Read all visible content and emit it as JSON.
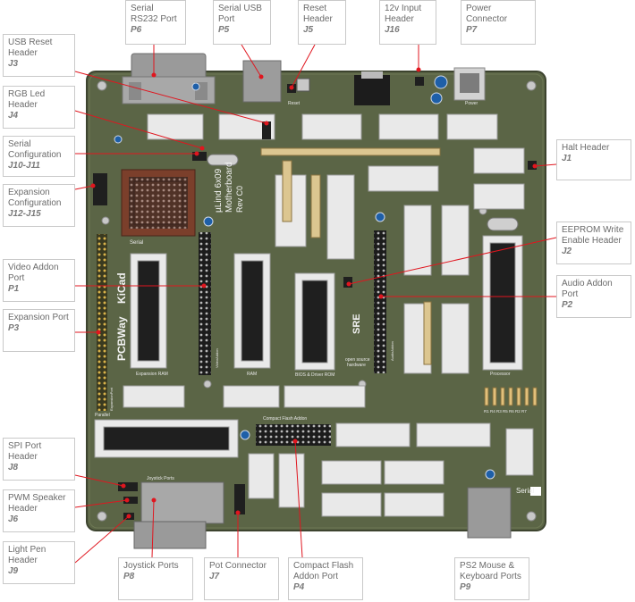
{
  "board": {
    "pcb_text": [
      "µLind 6x09",
      "Motherboard",
      "Rev C0"
    ],
    "logo_kicad": "KiCad",
    "logo_pcbway": "PCBWay",
    "logo_sre": "SRE",
    "oshw_text": [
      "open source",
      "hardware"
    ],
    "silk": {
      "serial": "Serial",
      "expansion_ram": "Expansion RAM",
      "ram": "RAM",
      "bios_rom": "BIOS & Driver ROM",
      "processor": "Processor",
      "parallel": "Parallel",
      "compact_flash": "Compact Flash Addon",
      "joystick_ports": "Joystick Ports",
      "serial_label": "Serial",
      "reset": "Reset",
      "power": "Power",
      "resistor_row": "R1 R4 R3 R5 R6 R2 R7",
      "audio_addon": "AudioAddon",
      "video_addon": "VideoAddon",
      "expansion_port": "ExpansionPort"
    }
  },
  "callouts": [
    {
      "name": "Serial RS232 Port",
      "ref": "P6"
    },
    {
      "name": "Serial USB Port",
      "ref": "P5"
    },
    {
      "name": "Reset Header",
      "ref": "J5"
    },
    {
      "name": "12v Input Header",
      "ref": "J16"
    },
    {
      "name": "Power Connector",
      "ref": "P7"
    },
    {
      "name": "USB Reset Header",
      "ref": "J3"
    },
    {
      "name": "RGB Led Header",
      "ref": "J4"
    },
    {
      "name": "Serial Configuration",
      "ref": "J10-J11"
    },
    {
      "name": "Expansion Configuration",
      "ref": "J12-J15"
    },
    {
      "name": "Video Addon Port",
      "ref": "P1"
    },
    {
      "name": "Expansion Port",
      "ref": "P3"
    },
    {
      "name": "SPI Port Header",
      "ref": "J8"
    },
    {
      "name": "PWM Speaker Header",
      "ref": "J6"
    },
    {
      "name": "Light Pen Header",
      "ref": "J9"
    },
    {
      "name": "Halt Header",
      "ref": "J1"
    },
    {
      "name": "EEPROM Write Enable Header",
      "ref": "J2"
    },
    {
      "name": "Audio Addon Port",
      "ref": "P2"
    },
    {
      "name": "Joystick Ports",
      "ref": "P8"
    },
    {
      "name": "Pot Connector",
      "ref": "J7"
    },
    {
      "name": "Compact Flash Addon Port",
      "ref": "P4"
    },
    {
      "name": "PS2 Mouse & Keyboard Ports",
      "ref": "P9"
    }
  ],
  "colors": {
    "pcb": "#5a6445",
    "pcb_dark": "#4b5438",
    "chip": "#1e1e1e",
    "socket": "#e8e8e8",
    "header": "#222222",
    "gold": "#c9a43c",
    "leader": "#e0161f",
    "silk": "#f4f4f4"
  }
}
